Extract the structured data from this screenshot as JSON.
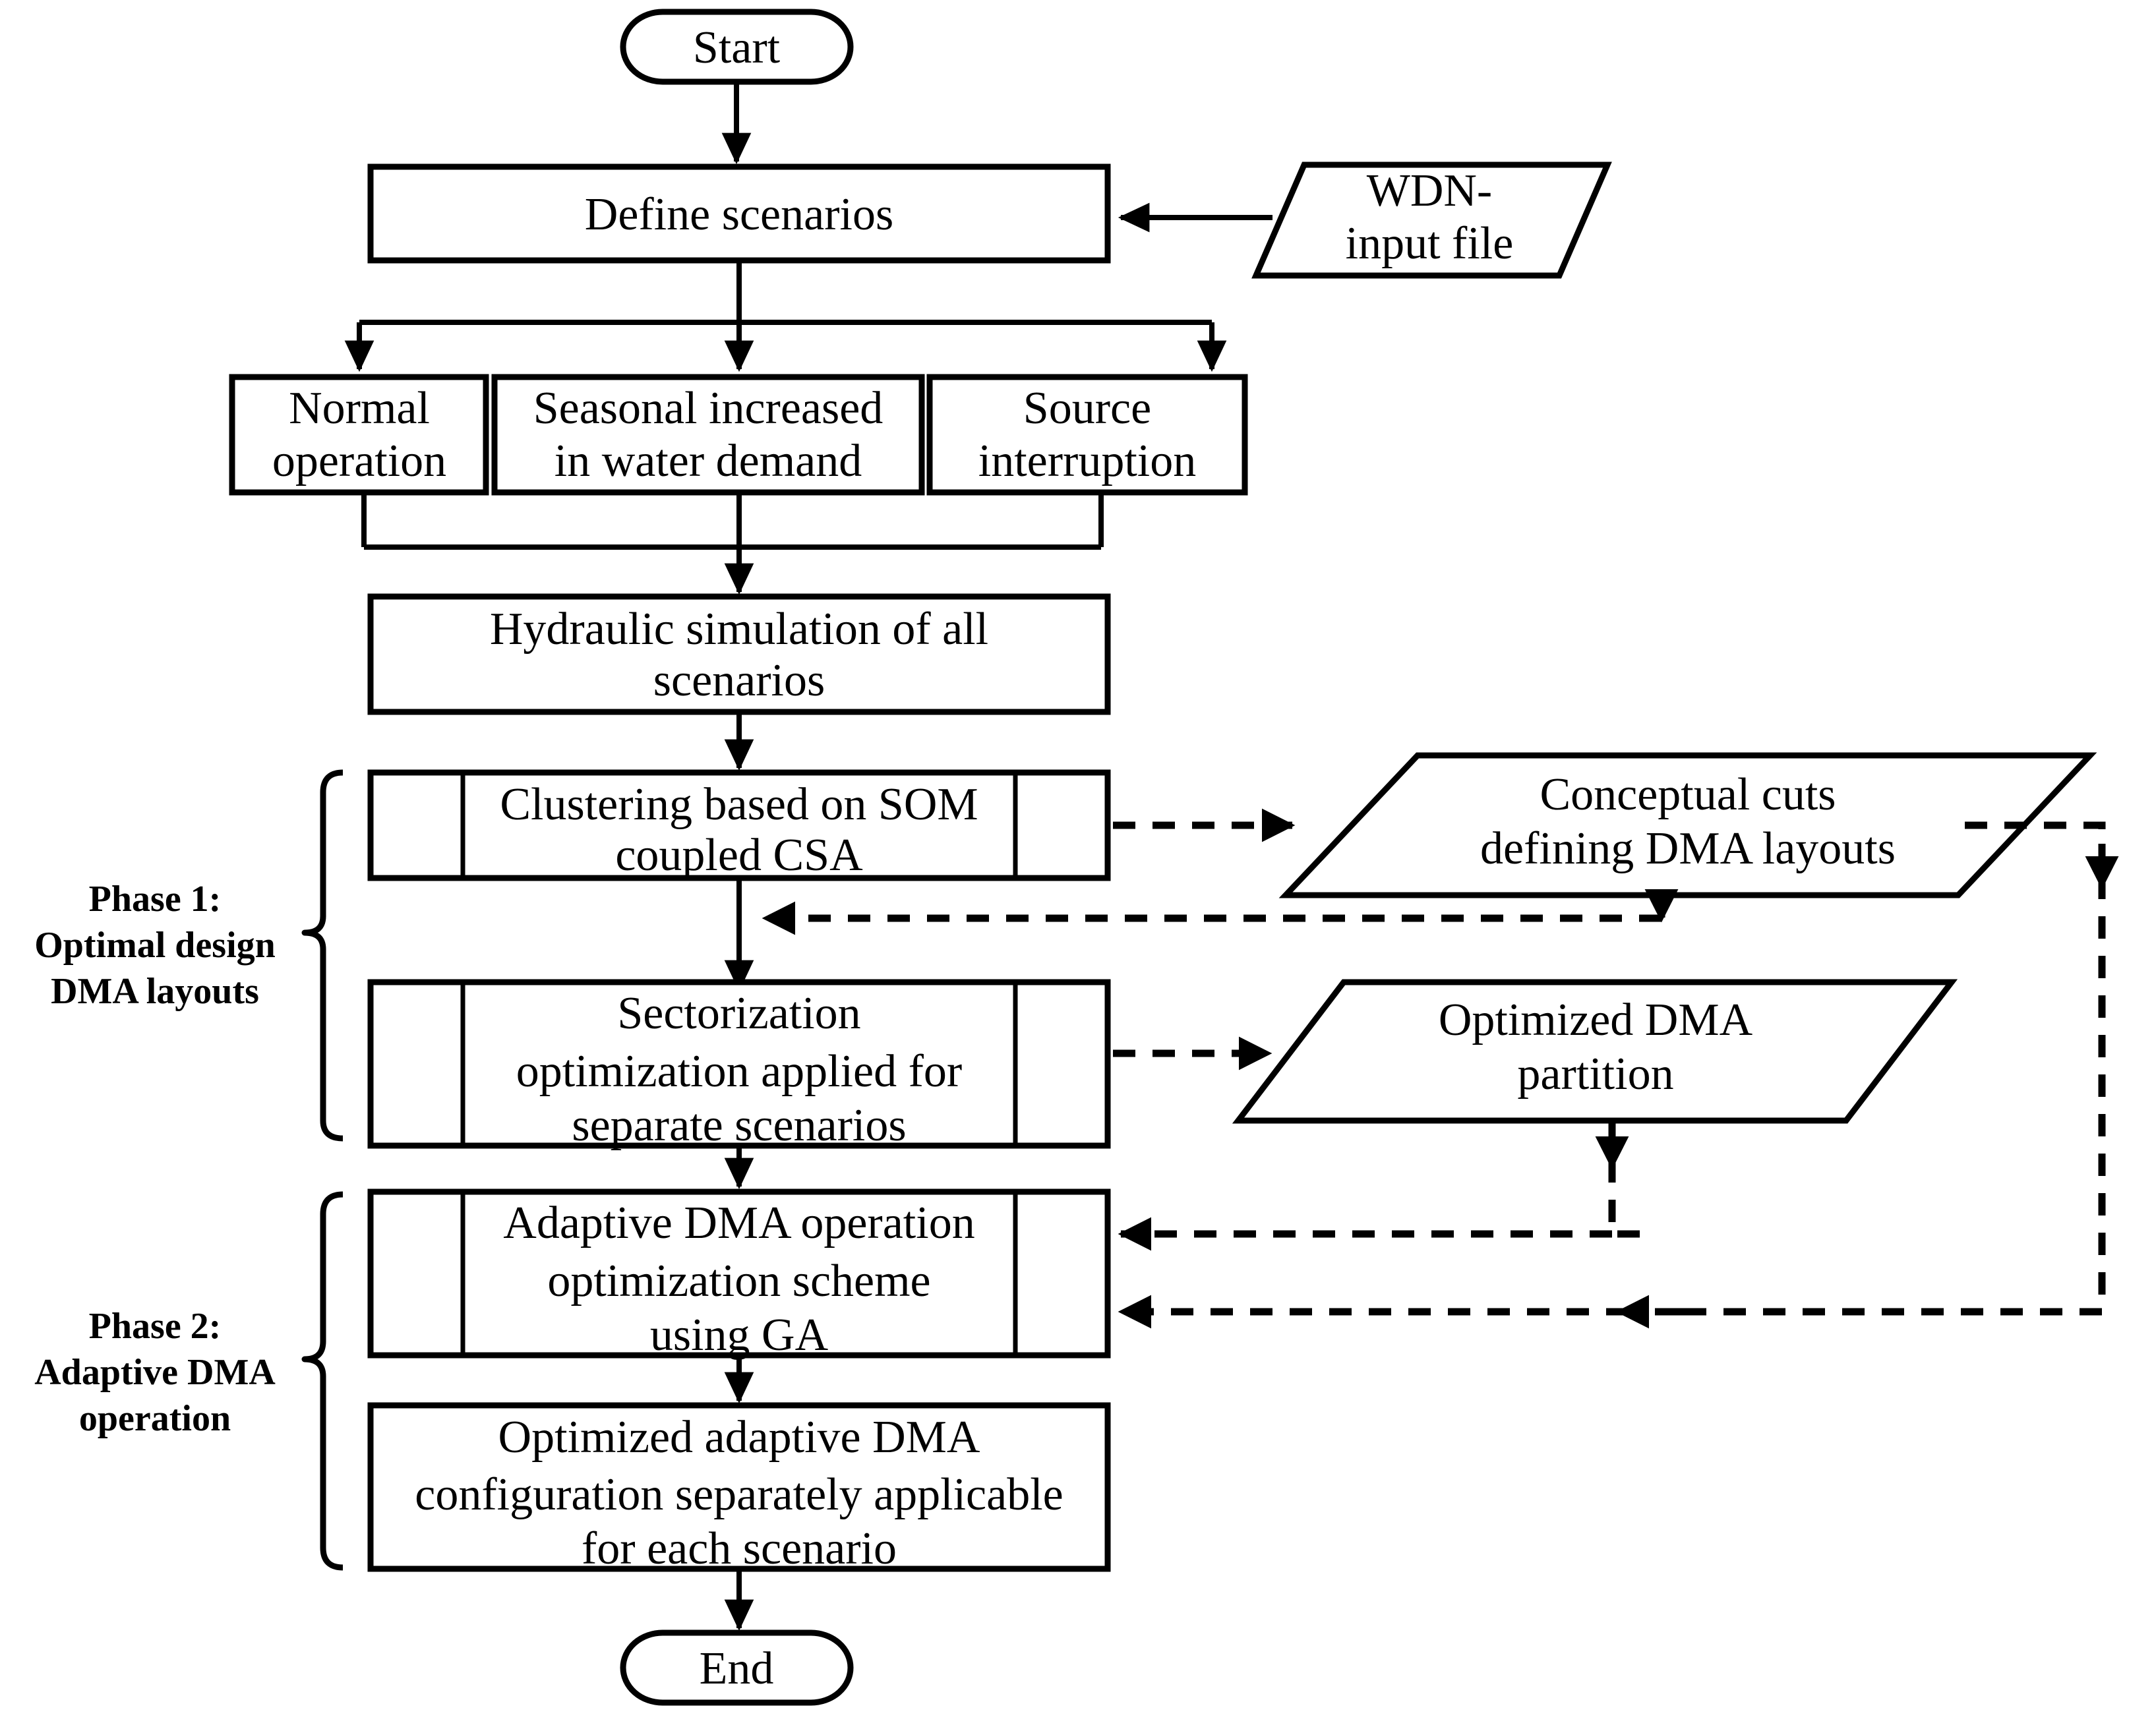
{
  "diagram": {
    "title": "Two-phase DMA design and adaptive operation flowchart",
    "accent_color": "#000000",
    "background_color": "#ffffff"
  },
  "nodes": {
    "start": {
      "label": "Start",
      "shape": "terminator"
    },
    "define_scenarios": {
      "label": "Define scenarios",
      "shape": "process"
    },
    "wdn_input": {
      "line1": "WDN-",
      "line2": "input file",
      "shape": "data-parallelogram"
    },
    "scenario_normal": {
      "line1": "Normal",
      "line2": "operation",
      "shape": "process"
    },
    "scenario_seasonal": {
      "line1": "Seasonal increased",
      "line2": "in water demand",
      "shape": "process"
    },
    "scenario_source": {
      "line1": "Source",
      "line2": "interruption",
      "shape": "process"
    },
    "hydraulic_sim": {
      "line1": "Hydraulic simulation of all",
      "line2": "scenarios",
      "shape": "process"
    },
    "clustering": {
      "line1": "Clustering based on SOM",
      "line2": "coupled CSA",
      "shape": "predefined-process"
    },
    "conceptual_cuts": {
      "line1": "Conceptual cuts",
      "line2": "defining DMA layouts",
      "shape": "data-parallelogram"
    },
    "sectorization": {
      "line1": "Sectorization",
      "line2": "optimization applied for",
      "line3": "separate scenarios",
      "shape": "predefined-process"
    },
    "optimized_partition": {
      "line1": "Optimized DMA",
      "line2": "partition",
      "shape": "data-parallelogram"
    },
    "adaptive_dma": {
      "line1": "Adaptive DMA operation",
      "line2": "optimization scheme",
      "line3": "using GA",
      "shape": "predefined-process"
    },
    "optimized_config": {
      "line1": "Optimized adaptive DMA",
      "line2": "configuration separately applicable",
      "line3": "for each scenario",
      "shape": "process"
    },
    "end": {
      "label": "End",
      "shape": "terminator"
    }
  },
  "phase_labels": {
    "phase1": {
      "line1": "Phase 1:",
      "line2": "Optimal design",
      "line3": "DMA layouts"
    },
    "phase2": {
      "line1": "Phase 2:",
      "line2": "Adaptive DMA",
      "line3": "operation"
    }
  },
  "chart_data": {
    "type": "diagram",
    "subtype": "flowchart",
    "title": "Two-phase DMA design and adaptive operation flowchart",
    "nodes": [
      {
        "id": "start",
        "text": "Start",
        "shape": "terminator"
      },
      {
        "id": "define_scenarios",
        "text": "Define scenarios",
        "shape": "process"
      },
      {
        "id": "wdn_input",
        "text": "WDN-input file",
        "shape": "parallelogram"
      },
      {
        "id": "scenario_normal",
        "text": "Normal operation",
        "shape": "process"
      },
      {
        "id": "scenario_seasonal",
        "text": "Seasonal increased in water demand",
        "shape": "process"
      },
      {
        "id": "scenario_source",
        "text": "Source interruption",
        "shape": "process"
      },
      {
        "id": "hydraulic_sim",
        "text": "Hydraulic simulation of all scenarios",
        "shape": "process"
      },
      {
        "id": "clustering",
        "text": "Clustering based on SOM coupled CSA",
        "shape": "predefined-process"
      },
      {
        "id": "conceptual_cuts",
        "text": "Conceptual cuts defining DMA layouts",
        "shape": "parallelogram"
      },
      {
        "id": "sectorization",
        "text": "Sectorization optimization applied for separate scenarios",
        "shape": "predefined-process"
      },
      {
        "id": "optimized_partition",
        "text": "Optimized DMA partition",
        "shape": "parallelogram"
      },
      {
        "id": "adaptive_dma",
        "text": "Adaptive DMA operation optimization scheme using GA",
        "shape": "predefined-process"
      },
      {
        "id": "optimized_config",
        "text": "Optimized adaptive DMA configuration separately applicable for each scenario",
        "shape": "process"
      },
      {
        "id": "end",
        "text": "End",
        "shape": "terminator"
      }
    ],
    "edges": [
      {
        "from": "start",
        "to": "define_scenarios",
        "style": "solid"
      },
      {
        "from": "wdn_input",
        "to": "define_scenarios",
        "style": "solid"
      },
      {
        "from": "define_scenarios",
        "to": "scenario_normal",
        "style": "solid"
      },
      {
        "from": "define_scenarios",
        "to": "scenario_seasonal",
        "style": "solid"
      },
      {
        "from": "define_scenarios",
        "to": "scenario_source",
        "style": "solid"
      },
      {
        "from": "scenario_normal",
        "to": "hydraulic_sim",
        "style": "solid"
      },
      {
        "from": "scenario_seasonal",
        "to": "hydraulic_sim",
        "style": "solid"
      },
      {
        "from": "scenario_source",
        "to": "hydraulic_sim",
        "style": "solid"
      },
      {
        "from": "hydraulic_sim",
        "to": "clustering",
        "style": "solid"
      },
      {
        "from": "clustering",
        "to": "conceptual_cuts",
        "style": "dashed"
      },
      {
        "from": "conceptual_cuts",
        "to": "sectorization",
        "style": "dashed"
      },
      {
        "from": "clustering",
        "to": "sectorization",
        "style": "solid"
      },
      {
        "from": "sectorization",
        "to": "optimized_partition",
        "style": "dashed"
      },
      {
        "from": "optimized_partition",
        "to": "adaptive_dma",
        "style": "dashed"
      },
      {
        "from": "conceptual_cuts",
        "to": "adaptive_dma",
        "style": "dashed"
      },
      {
        "from": "sectorization",
        "to": "adaptive_dma",
        "style": "solid"
      },
      {
        "from": "adaptive_dma",
        "to": "optimized_config",
        "style": "solid"
      },
      {
        "from": "optimized_config",
        "to": "end",
        "style": "solid"
      }
    ],
    "groups": [
      {
        "label": "Phase 1: Optimal design DMA layouts",
        "members": [
          "clustering",
          "sectorization"
        ]
      },
      {
        "label": "Phase 2: Adaptive DMA operation",
        "members": [
          "adaptive_dma",
          "optimized_config"
        ]
      }
    ]
  }
}
